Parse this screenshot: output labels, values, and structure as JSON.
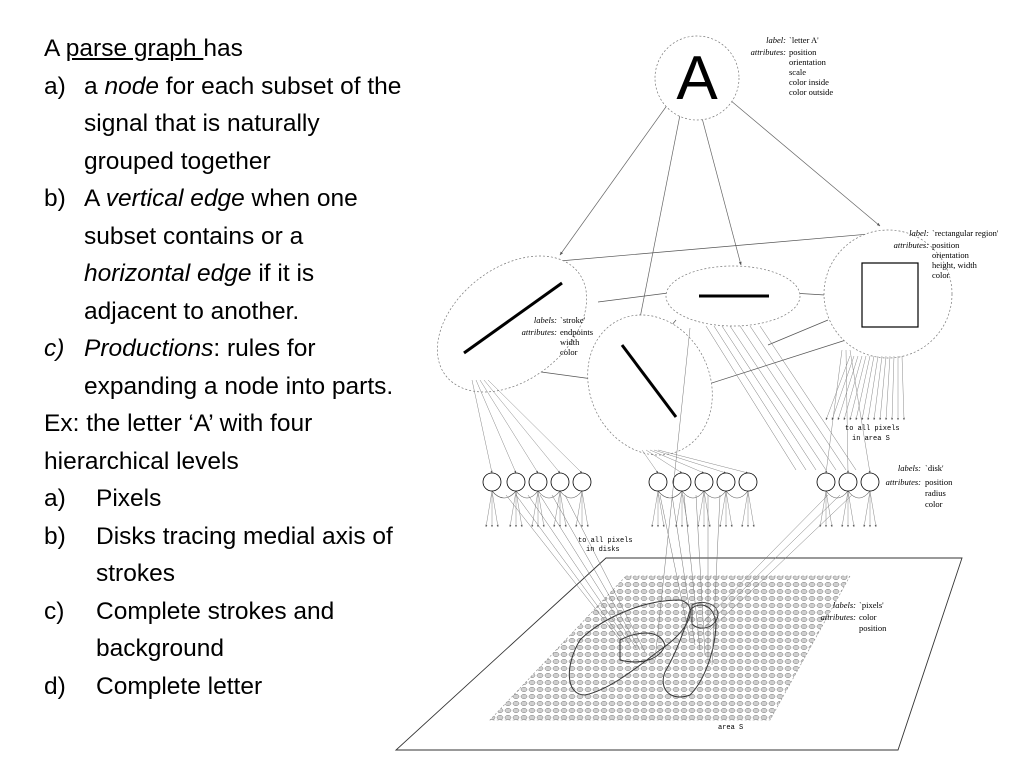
{
  "text": {
    "line1_pre": "A ",
    "line1_link": "parse graph ",
    "line1_post": "has",
    "item_a_label": "a)",
    "item_a_pre": "a ",
    "item_a_em": "node",
    "item_a_post": " for each subset of the",
    "item_a_l2": "signal that is naturally",
    "item_a_l3": "grouped together",
    "item_b_label": "b)",
    "item_b_pre": "A ",
    "item_b_em": "vertical edge",
    "item_b_post": " when one",
    "item_b_l2": "subset contains or a",
    "item_b_l3_em": "horizontal edge",
    "item_b_l3_post": " if it is",
    "item_b_l4": "adjacent to another.",
    "item_c_label": "c)",
    "item_c_em": "Productions",
    "item_c_post": ": rules for",
    "item_c_l2": "expanding a node into parts.",
    "ex_l1": "Ex: the letter ‘A’ with four",
    "ex_l2": "hierarchical levels",
    "lv_a_label": "a)",
    "lv_a": "Pixels",
    "lv_b_label": "b)",
    "lv_b_l1": "Disks tracing medial axis of",
    "lv_b_l2": "strokes",
    "lv_c_label": "c)",
    "lv_c_l1": "Complete strokes and",
    "lv_c_l2": "background",
    "lv_d_label": "d)",
    "lv_d": "Complete letter"
  },
  "diagram": {
    "root_glyph": "A",
    "root_label_key": "label:",
    "root_label_val": "`letter A'",
    "root_attr_key": "attributes:",
    "root_attrs": [
      "position",
      "orientation",
      "scale",
      "color inside",
      "color outside"
    ],
    "rect_label_key": "label:",
    "rect_label_val": "`rectangular region'",
    "rect_attr_key": "attributes:",
    "rect_attrs": [
      "position",
      "orientation",
      "height, width",
      "color"
    ],
    "stroke_label_key": "labels:",
    "stroke_label_val": "`stroke'",
    "stroke_attr_key": "attributes:",
    "stroke_attrs": [
      "endpoints",
      "width",
      "color"
    ],
    "disk_label_key": "labels:",
    "disk_label_val": "`disk'",
    "disk_attr_key": "attributes:",
    "disk_attrs": [
      "position",
      "radius",
      "color"
    ],
    "pixel_label_key": "labels:",
    "pixel_label_val": "`pixels'",
    "pixel_attr_key": "attributes:",
    "pixel_attrs": [
      "color",
      "position"
    ],
    "note_area_l1": "to all pixels",
    "note_area_l2": "in area S",
    "note_disks_l1": "to all pixels",
    "note_disks_l2": "in disks",
    "area_label": "area S"
  }
}
